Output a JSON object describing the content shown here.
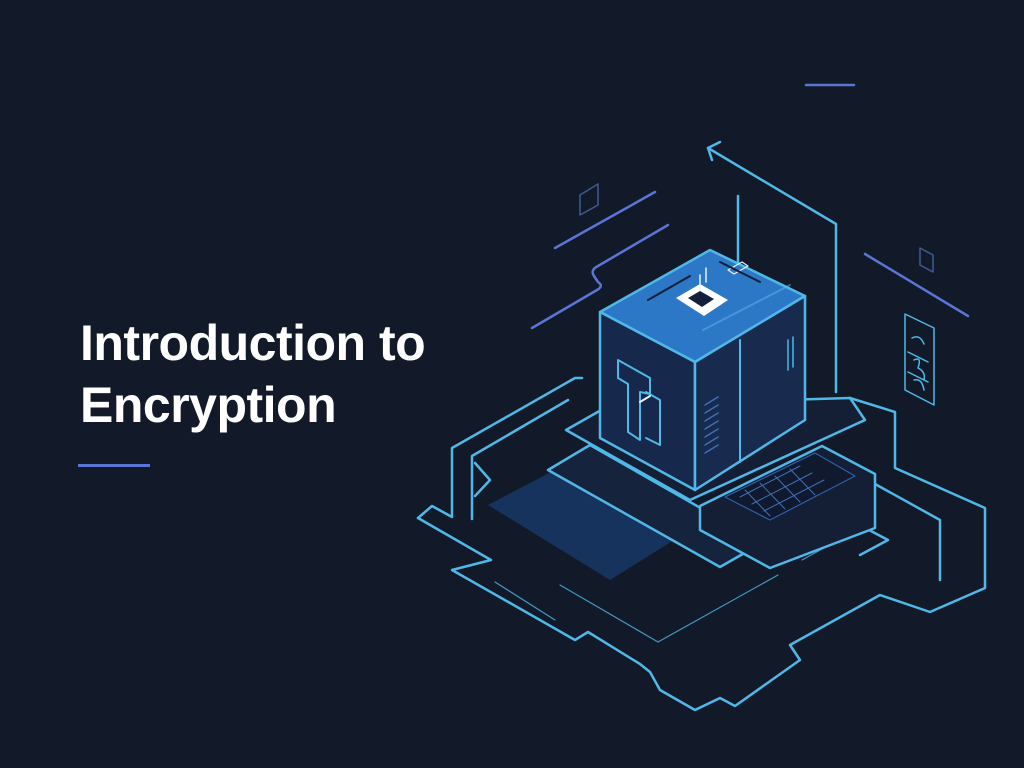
{
  "slide": {
    "title_line1": "Introduction to",
    "title_line2": "Encryption"
  },
  "colors": {
    "background": "#121a29",
    "outline_cyan": "#4fb8e8",
    "accent_indigo": "#5b74d6",
    "cube_top": "#2f7fd0",
    "cube_face": "#172a4e",
    "text": "#ffffff"
  },
  "illustration": {
    "subject": "isometric-server-box-with-lock",
    "icons": [
      "server-cube-icon",
      "lock-slot-icon",
      "arrow-up-left-icon",
      "keypad-grid-icon",
      "side-panel-glyphs-icon"
    ]
  }
}
